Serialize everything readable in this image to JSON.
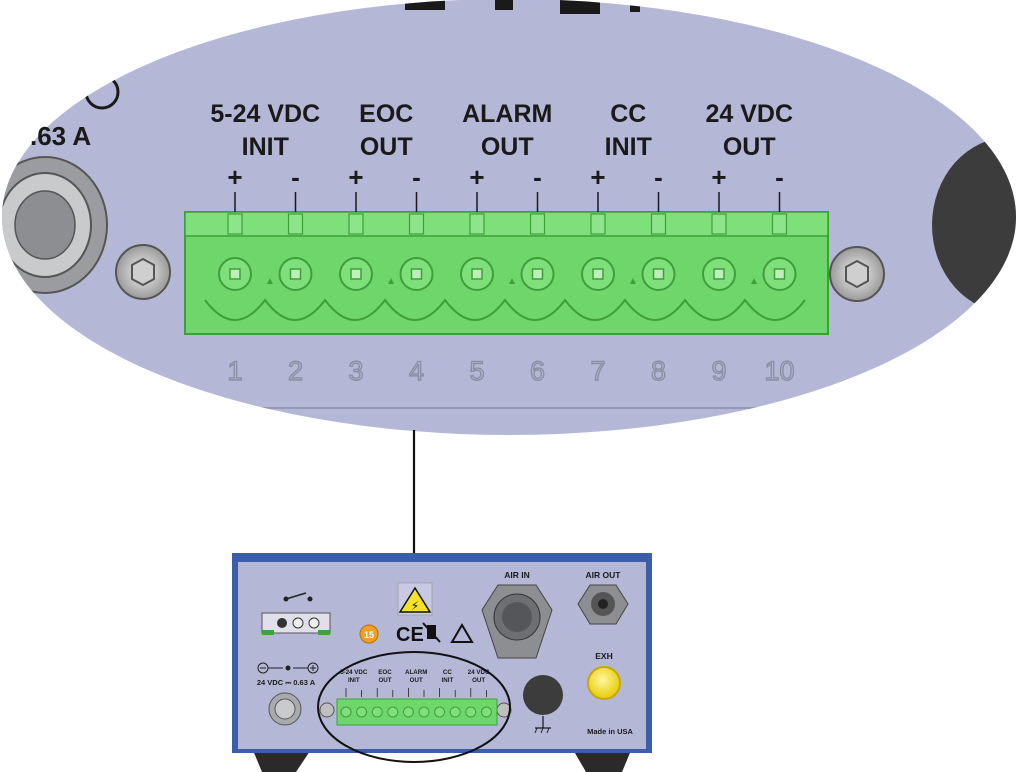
{
  "magnified_view": {
    "partial_rating_text": ".63 A",
    "terminals": [
      {
        "label_line1": "5-24 VDC",
        "label_line2": "INIT",
        "pins": [
          "+",
          "-"
        ],
        "numbers": [
          "1",
          "2"
        ]
      },
      {
        "label_line1": "EOC",
        "label_line2": "OUT",
        "pins": [
          "+",
          "-"
        ],
        "numbers": [
          "3",
          "4"
        ]
      },
      {
        "label_line1": "ALARM",
        "label_line2": "OUT",
        "pins": [
          "+",
          "-"
        ],
        "numbers": [
          "5",
          "6"
        ]
      },
      {
        "label_line1": "CC",
        "label_line2": "INIT",
        "pins": [
          "+",
          "-"
        ],
        "numbers": [
          "7",
          "8"
        ]
      },
      {
        "label_line1": "24 VDC",
        "label_line2": "OUT",
        "pins": [
          "+",
          "-"
        ],
        "numbers": [
          "9",
          "10"
        ]
      }
    ],
    "colors": {
      "panel": "#b4b8d6",
      "connector": "#6fd66c",
      "connector_dark": "#3e9f3a"
    }
  },
  "device_panel": {
    "air_in": "AIR IN",
    "air_out": "AIR OUT",
    "exh": "EXH",
    "power_rating": "24 VDC ⎓ 0.63 A",
    "made_in": "Made in USA",
    "mini_terminals": [
      {
        "line1": "5-24 VDC",
        "line2": "INIT"
      },
      {
        "line1": "EOC",
        "line2": "OUT"
      },
      {
        "line1": "ALARM",
        "line2": "OUT"
      },
      {
        "line1": "CC",
        "line2": "INIT"
      },
      {
        "line1": "24 VDC",
        "line2": "OUT"
      }
    ],
    "cert_marks": [
      "CE"
    ],
    "colors": {
      "panel": "#b4b8d6",
      "frame": "#3a5fa8",
      "exh_button": "#f3e12a"
    }
  }
}
